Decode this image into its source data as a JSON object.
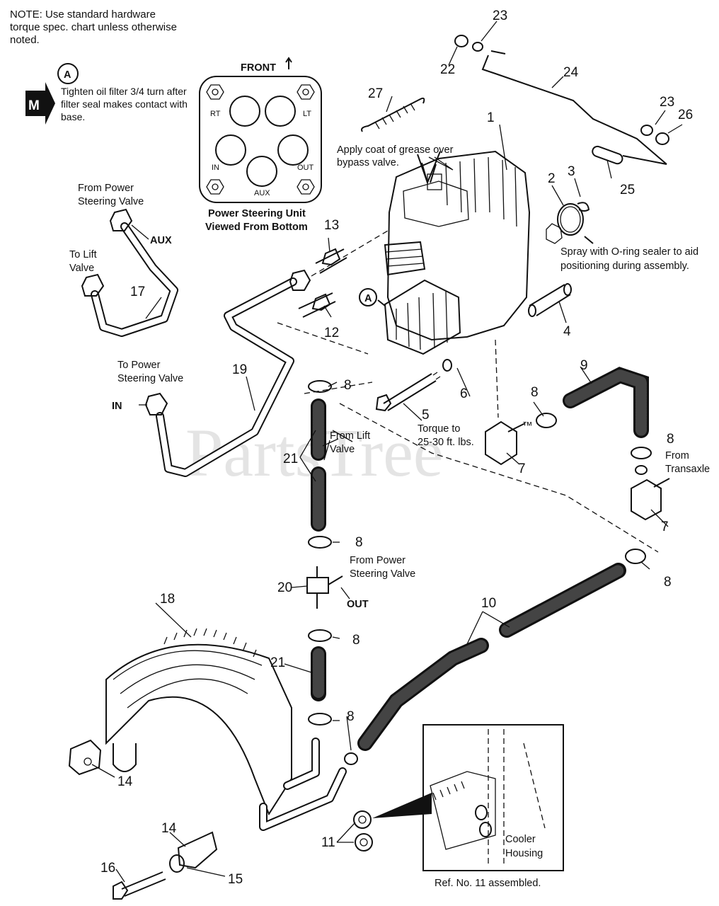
{
  "note": "NOTE: Use standard hardware torque spec. chart unless otherwise noted.",
  "marker_a": "A",
  "marker_m": "M",
  "oil_filter_note": "Tighten oil filter 3/4 turn after filter seal makes contact with base.",
  "watermark": "PartsTree",
  "watermark_tm": "™",
  "steering_unit": {
    "front_label": "FRONT",
    "ports": [
      "RT",
      "LT",
      "IN",
      "OUT",
      "AUX"
    ],
    "caption_line1": "Power Steering Unit",
    "caption_line2": "Viewed From Bottom"
  },
  "callouts": {
    "grease": [
      "Apply coat of grease over",
      "bypass valve."
    ],
    "oring": [
      "Spray with O-ring sealer to aid",
      "positioning during assembly."
    ],
    "from_ps_valve_top": [
      "From Power",
      "Steering Valve"
    ],
    "aux": "AUX",
    "to_lift_valve": [
      "To Lift",
      "Valve"
    ],
    "to_ps_valve": [
      "To Power",
      "Steering Valve"
    ],
    "in": "IN",
    "torque": [
      "Torque to",
      "25-30 ft. lbs."
    ],
    "from_lift_valve": [
      "From Lift",
      "Valve"
    ],
    "from_transaxle": [
      "From",
      "Transaxle"
    ],
    "from_ps_valve_mid": [
      "From Power",
      "Steering Valve"
    ],
    "out": "OUT",
    "cooler_housing": [
      "Cooler",
      "Housing"
    ],
    "ref_11": "Ref. No. 11 assembled."
  },
  "part_numbers": {
    "n1": "1",
    "n2": "2",
    "n3": "3",
    "n4": "4",
    "n5": "5",
    "n6": "6",
    "n7a": "7",
    "n7b": "7",
    "n8a": "8",
    "n8b": "8",
    "n8c": "8",
    "n8d": "8",
    "n8e": "8",
    "n8f": "8",
    "n8g": "8",
    "n9": "9",
    "n10": "10",
    "n11": "11",
    "n12": "12",
    "n13": "13",
    "n14a": "14",
    "n14b": "14",
    "n15": "15",
    "n16": "16",
    "n17": "17",
    "n18": "18",
    "n19": "19",
    "n20": "20",
    "n21a": "21",
    "n21b": "21",
    "n22": "22",
    "n23a": "23",
    "n23b": "23",
    "n24": "24",
    "n25": "25",
    "n26": "26",
    "n27": "27"
  }
}
